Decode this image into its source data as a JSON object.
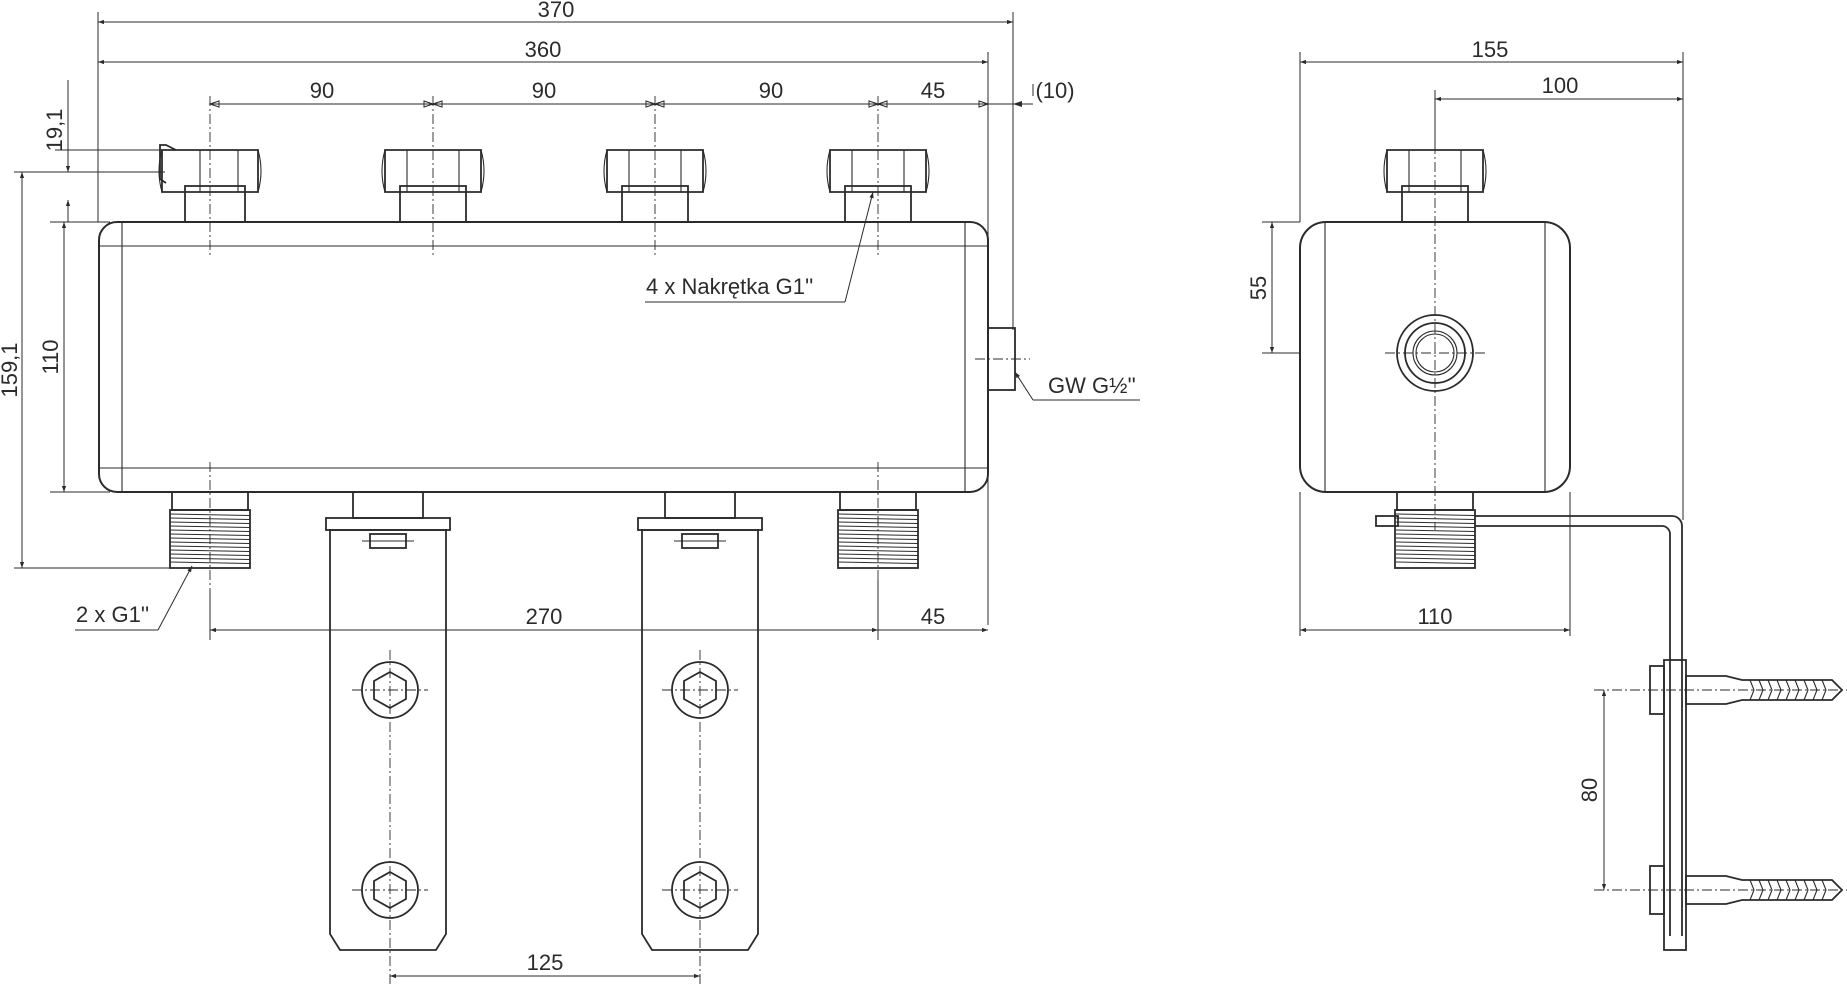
{
  "drawing": {
    "dimensions": {
      "overall_width": "370",
      "body_width": "360",
      "spacing_1": "90",
      "spacing_2": "90",
      "spacing_3": "90",
      "end_offset": "45",
      "offset_ref": "(10)",
      "nut_height": "19,1",
      "total_height": "159,1",
      "body_height": "110",
      "bottom_span": "270",
      "bottom_end": "45",
      "bracket_spacing": "125",
      "side_width": "155",
      "side_center": "100",
      "side_port_height": "55",
      "side_depth": "110",
      "anchor_spacing": "80"
    },
    "callouts": {
      "nuts": "4 x Nakrętka G1''",
      "bottom_threads": "2 x G1''",
      "side_port": "GW G½''"
    }
  },
  "colors": {
    "line": "#2b2b2b",
    "background": "#ffffff"
  }
}
